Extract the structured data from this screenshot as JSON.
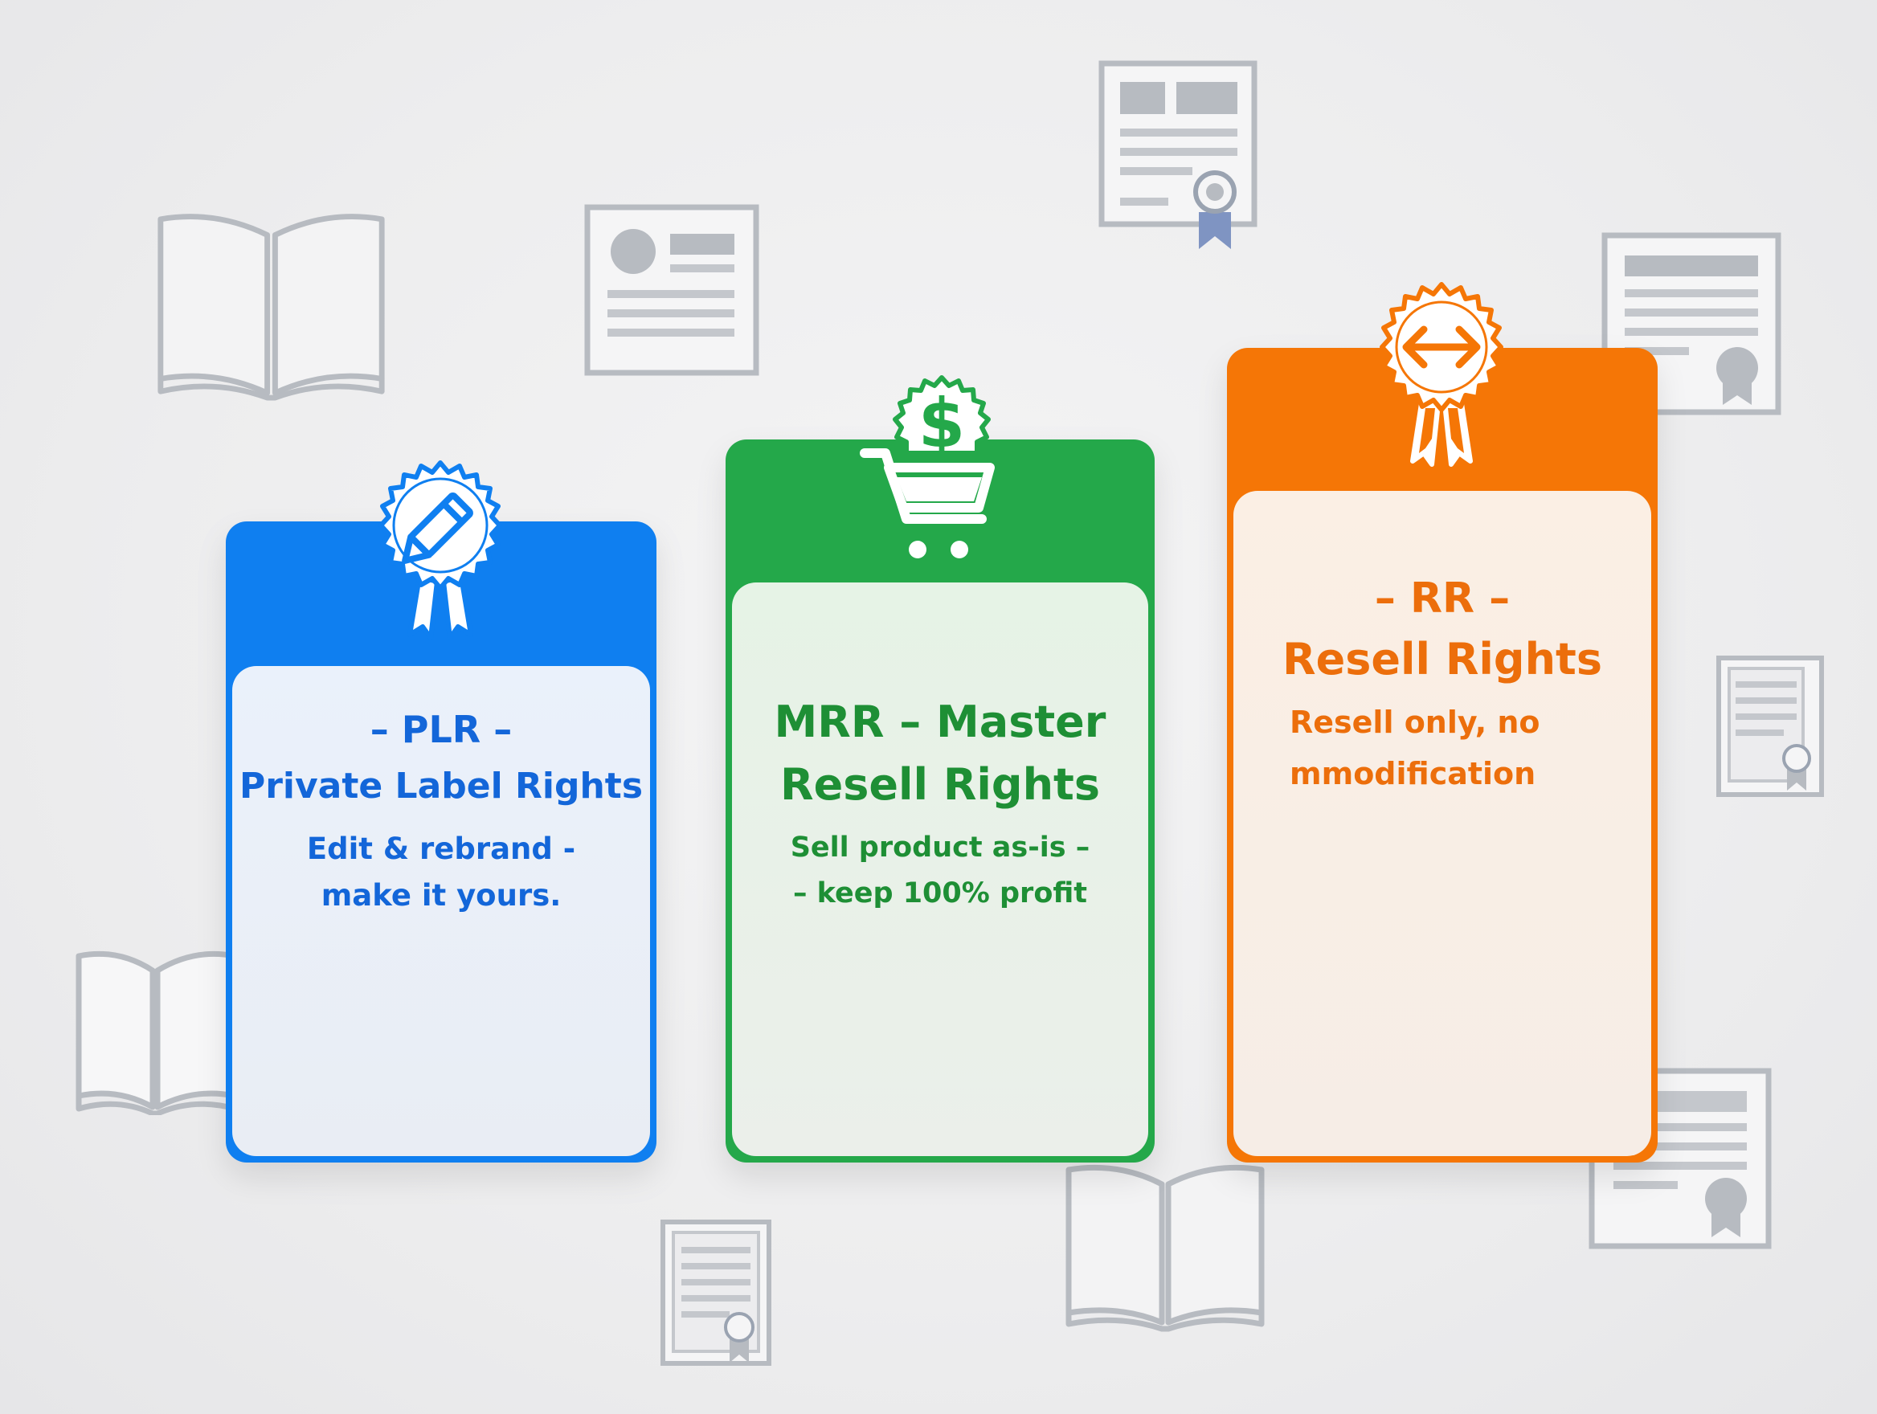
{
  "colors": {
    "plr": "#0f7ff0",
    "mrr": "#24a84a",
    "rr": "#f57606",
    "deco": "#b7bbc1"
  },
  "cards": [
    {
      "id": "plr",
      "icon": "pencil-badge-icon",
      "abbr": "– PLR –",
      "title": "Private Label Rights",
      "desc_line1": "Edit & rebrand -",
      "desc_line2": "make it yours."
    },
    {
      "id": "mrr",
      "icon": "shopping-cart-dollar-icon",
      "title_line1": "MRR – Master",
      "title_line2": "Resell Rights",
      "desc_line1": "Sell product as-is –",
      "desc_line2": "– keep 100% profit"
    },
    {
      "id": "rr",
      "icon": "arrows-badge-icon",
      "abbr": "– RR –",
      "title": "Resell Rights",
      "desc_line1": "Resell only, no",
      "desc_line2": "mmodification"
    }
  ]
}
